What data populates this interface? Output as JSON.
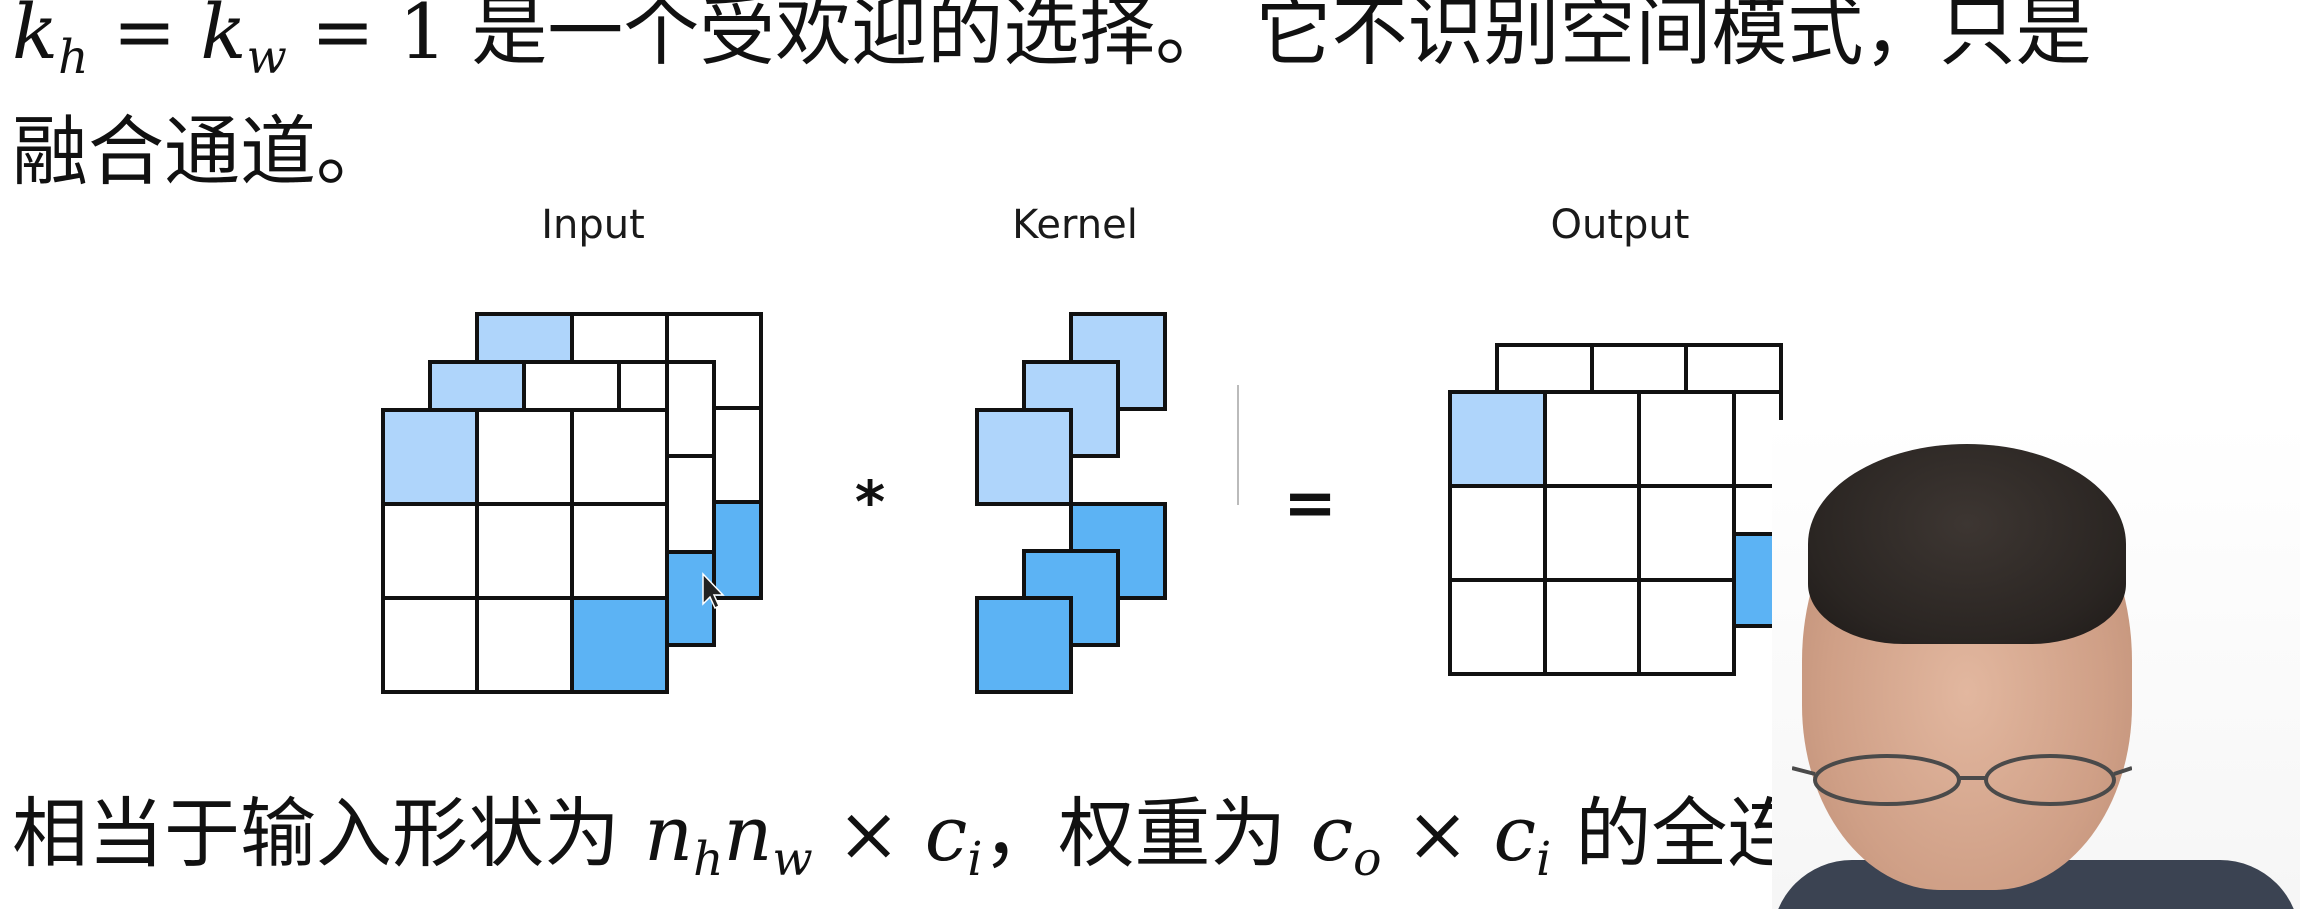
{
  "slide": {
    "line1": {
      "math_k1": "k",
      "math_sub_h": "h",
      "math_eq1": " = ",
      "math_k2": "k",
      "math_sub_w": "w",
      "math_eq2": " = 1 ",
      "text": "是一个受欢迎的选择。 它不识别空间模式，只是"
    },
    "line2": {
      "text": "融合通道。"
    },
    "line3": {
      "text_a": "相当于输入形状为 ",
      "math_n1": "n",
      "math_sub_h": "h",
      "math_n2": "n",
      "math_sub_w": "w",
      "math_times1": " × ",
      "math_c1": "c",
      "math_sub_i1": "i",
      "text_b": "，权重为 ",
      "math_c2": "c",
      "math_sub_o": "o",
      "math_times2": " × ",
      "math_c3": "c",
      "math_sub_i2": "i",
      "text_c": " 的全连"
    }
  },
  "diagram": {
    "labels": {
      "input": "Input",
      "kernel": "Kernel",
      "output": "Output"
    },
    "operators": {
      "convolve": "*",
      "equals": "="
    },
    "colors": {
      "light_blue": "#afd5fb",
      "mid_blue": "#5cb3f4",
      "stroke": "#111111",
      "empty": "#ffffff"
    },
    "input_grid": {
      "rows": 3,
      "cols": 3,
      "channels": 3,
      "highlight_first_cell_front_channel": "light_blue",
      "highlight_last_cell_front_channel": "mid_blue"
    },
    "kernel": {
      "channels": 3,
      "group_top_color": "light_blue",
      "group_bottom_color": "mid_blue"
    },
    "output_grid": {
      "rows": 3,
      "cols": 3,
      "channels": 2,
      "highlight_first_cell": "light_blue",
      "highlight_back_channel_cell": "mid_blue"
    }
  },
  "webcam": {
    "description_icon": "presenter-video-icon"
  }
}
